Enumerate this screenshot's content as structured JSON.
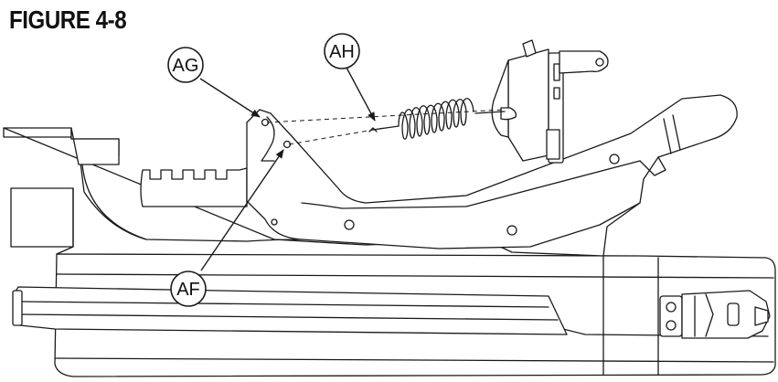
{
  "figure": {
    "title": "FIGURE 4-8"
  },
  "callouts": [
    {
      "id": "AG",
      "label": "AG"
    },
    {
      "id": "AH",
      "label": "AH"
    },
    {
      "id": "AF",
      "label": "AF"
    }
  ],
  "colors": {
    "line": "#1a1a1a",
    "background": "#ffffff"
  }
}
